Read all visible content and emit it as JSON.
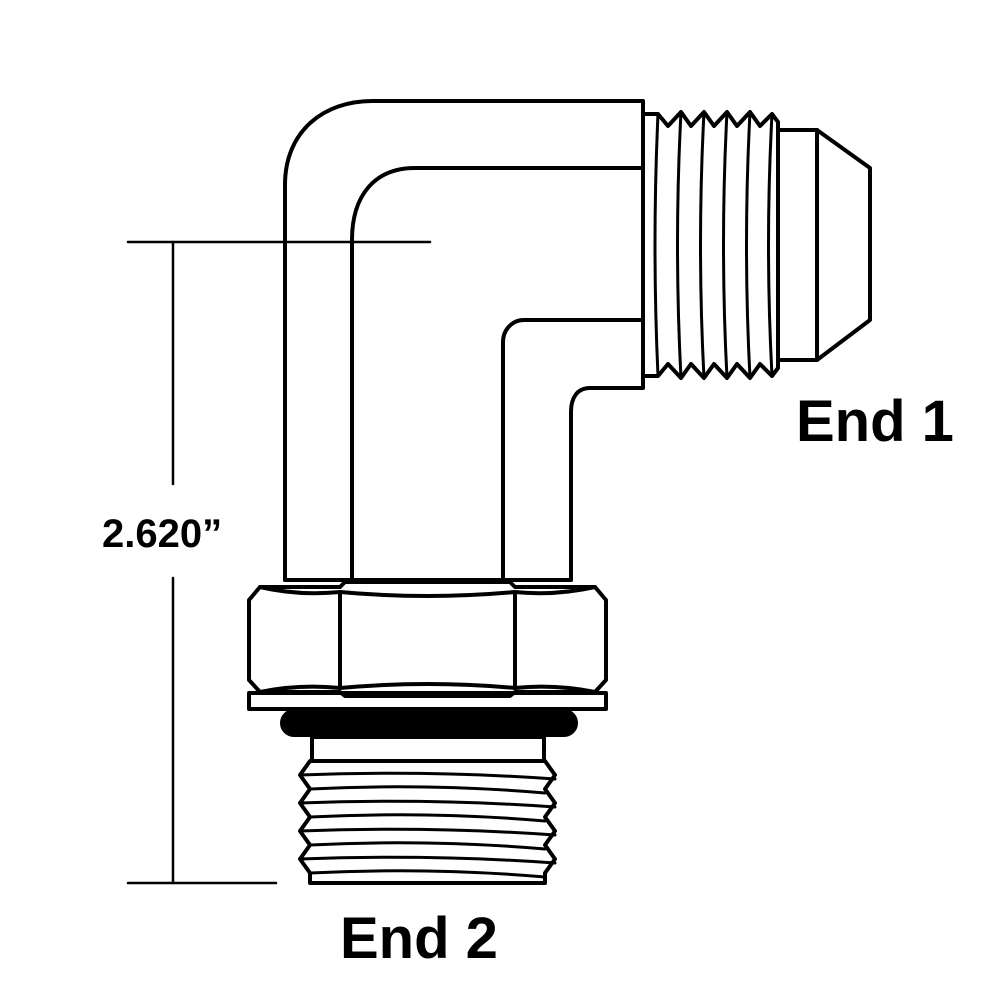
{
  "labels": {
    "end1": "End 1",
    "end2": "End 2",
    "dimension": "2.620”"
  },
  "colors": {
    "stroke": "#000000",
    "background": "#ffffff"
  }
}
